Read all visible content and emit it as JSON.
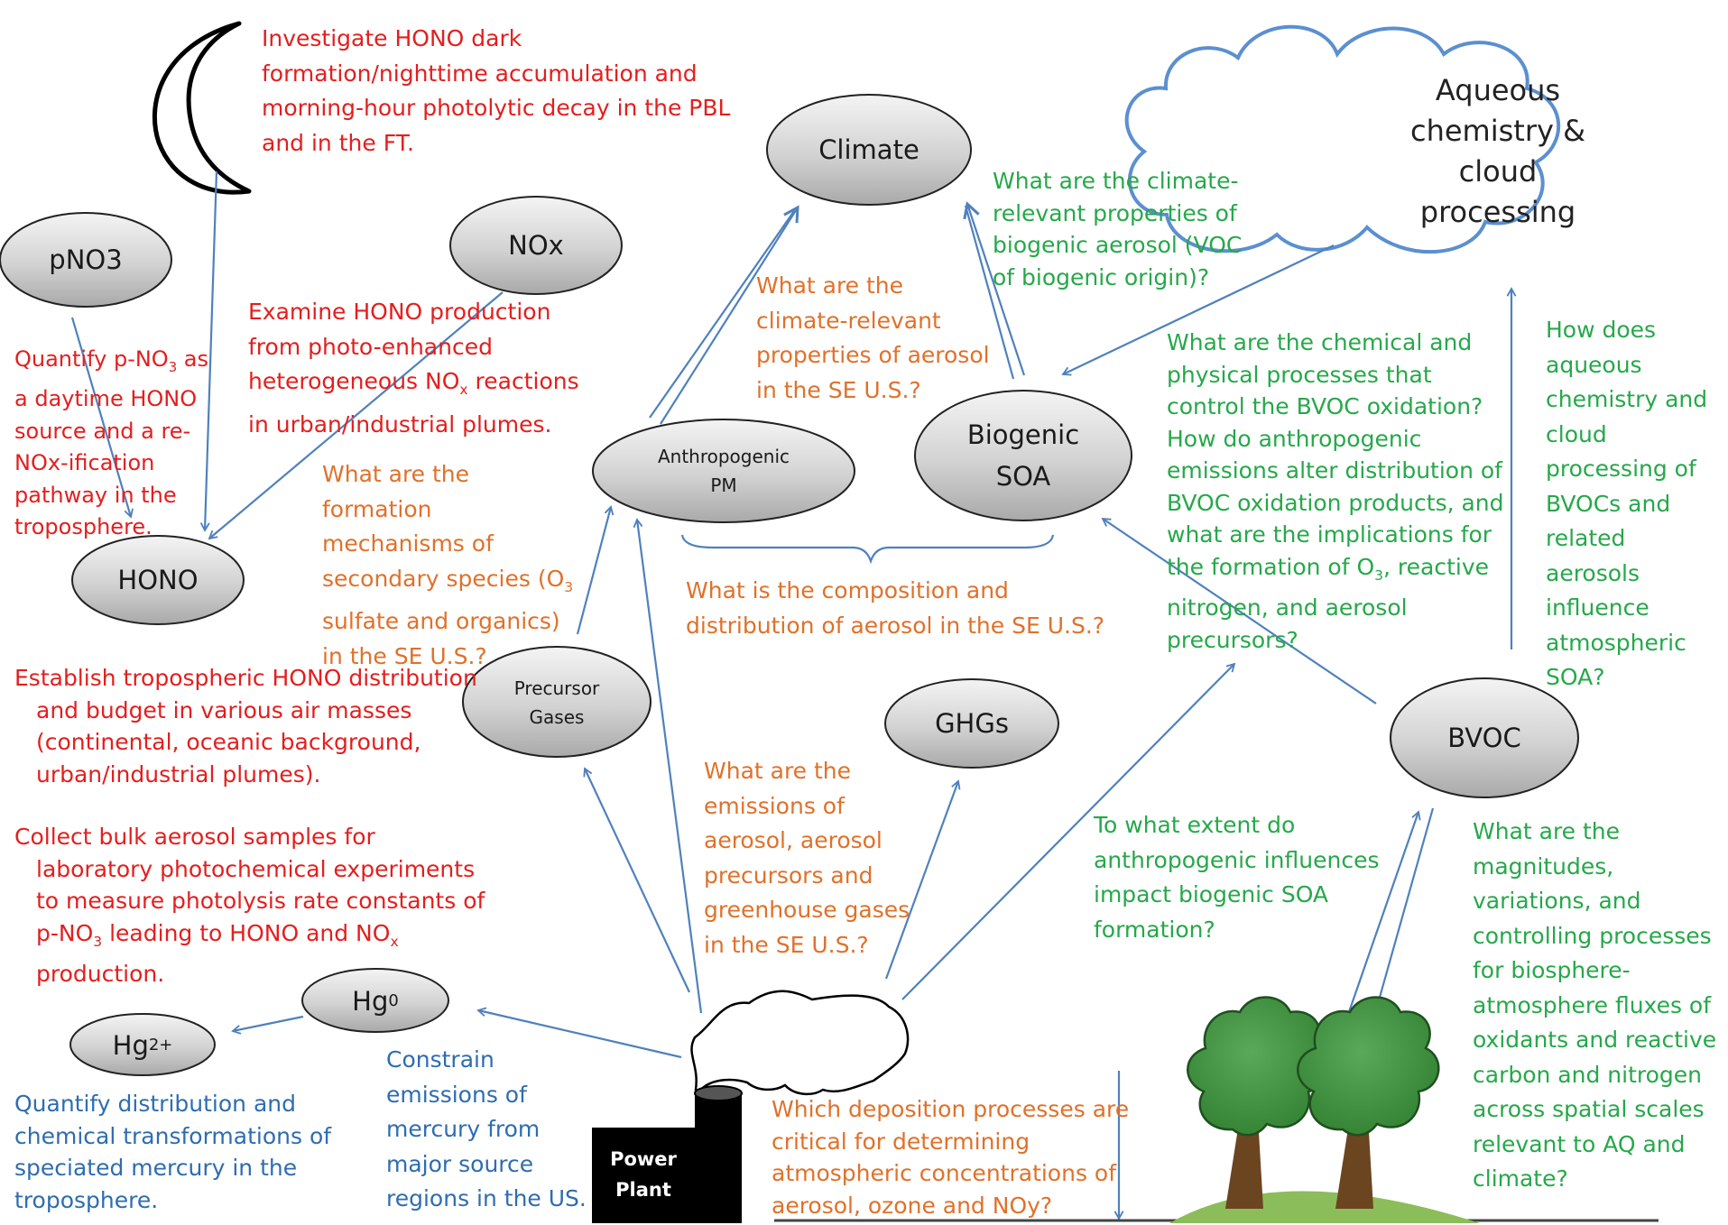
{
  "nodes": {
    "climate": "Climate",
    "pno3": "pNO3",
    "nox": "NOx",
    "hono": "HONO",
    "anthropogenic_pm": [
      "Anthropogenic",
      "PM"
    ],
    "biogenic_soa": [
      "Biogenic",
      "SOA"
    ],
    "precursor_gases": [
      "Precursor",
      "Gases"
    ],
    "ghgs": "GHGs",
    "bvoc": "BVOC",
    "hg0": {
      "base": "Hg",
      "sup": "0"
    },
    "hg2": {
      "base": "Hg",
      "sup": "2+"
    },
    "cloud": [
      "Aqueous",
      "chemistry &",
      "cloud",
      "processing"
    ],
    "power_plant": [
      "Power",
      "Plant"
    ]
  },
  "annotations": {
    "hono_dark": "Investigate HONO dark\nformation/nighttime accumulation and\nmorning-hour photolytic decay in the PBL\nand in the FT.",
    "hono_photo": "Examine HONO production\nfrom photo-enhanced\nheterogeneous NO",
    "hono_photo_sub": "x",
    "hono_photo_tail": " reactions\nin urban/industrial plumes.",
    "pno3_a": "Quantify p-NO",
    "pno3_sub": "3",
    "pno3_b": " as\na daytime HONO\nsource and a re-\nNOx-ification\npathway in the\ntroposphere.",
    "hono_budget": "Establish tropospheric HONO distribution and budget in various air masses (continental, oceanic background, urban/industrial plumes).",
    "bulk_a": "Collect bulk aerosol samples for laboratory photochemical experiments to measure photolysis rate constants of p-NO",
    "bulk_sub3": "3",
    "bulk_b": " leading to HONO and NO",
    "bulk_subx": "x",
    "bulk_c": " production.",
    "climate_props": "What are the\nclimate-relevant\nproperties of aerosol\nin the SE U.S.?",
    "formation_a": "What are the\nformation\nmechanisms of\nsecondary species (O",
    "formation_sub": "3",
    "formation_b": "\nsulfate and organics)\nin the SE U.S.?",
    "composition": "What is the composition and\ndistribution of aerosol in the SE U.S.?",
    "emissions": "What are the\nemissions of\naerosol, aerosol\nprecursors and\ngreenhouse gases\nin the SE U.S.?",
    "deposition": "Which deposition processes are\ncritical for determining\natmospheric concentrations of\naerosol, ozone and NOy?",
    "biogenic_props": "What are the climate-\nrelevant properties of\nbiogenic aerosol (VOC\nof biogenic origin)?",
    "bvoc_oxidation_a": "What are the chemical and\nphysical processes that\ncontrol the BVOC oxidation?\nHow do anthropogenic\nemissions alter distribution of\nBVOC oxidation products, and\nwhat are the implications for\nthe formation of O",
    "bvoc_oxidation_sub": "3",
    "bvoc_oxidation_b": ", reactive\nnitrogen, and aerosol\nprecursors?",
    "aqueous": "How does\naqueous\nchemistry and\ncloud\nprocessing of\nBVOCs and\nrelated\naerosols\ninfluence\natmospheric\nSOA?",
    "anthro_influence": "To what extent do\nanthropogenic influences\nimpact biogenic SOA\nformation?",
    "fluxes": "What are the\nmagnitudes,\nvariations, and\ncontrolling processes\nfor biosphere-\natmosphere fluxes of\noxidants and reactive\ncarbon and nitrogen\nacross spatial scales\nrelevant to AQ and\nclimate?",
    "mercury_emissions": "Constrain\nemissions of\nmercury from\nmajor source\nregions in the US.",
    "mercury_distribution": "Quantify distribution and\nchemical transformations of\nspeciated mercury in the\ntroposphere."
  },
  "colors": {
    "red": "#e41e1e",
    "orange": "#e0712a",
    "green": "#26a84a",
    "blue": "#2e6db0",
    "arrow": "#4f81bd",
    "ellipse_fill": "#d4d4d4",
    "tree": "#3f8f3f"
  }
}
